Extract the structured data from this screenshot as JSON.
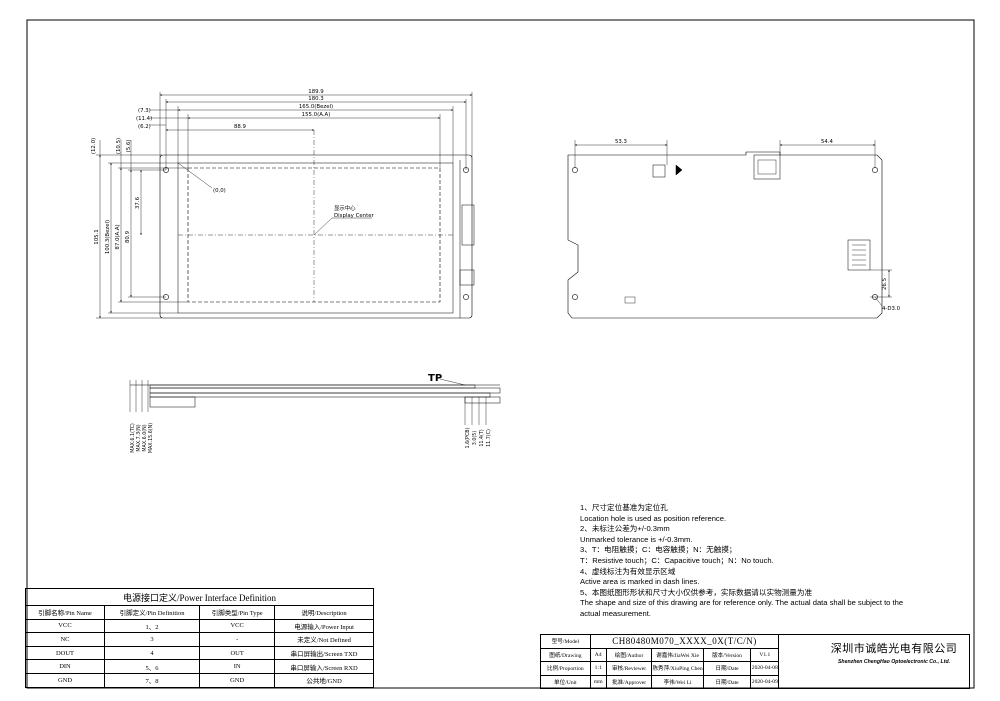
{
  "front_view": {
    "dims": {
      "w_189_9": "189.9",
      "w_180_3": "180.3",
      "w_165_0": "165.0(Bezel)",
      "w_155_0": "155.0(A.A)",
      "w_88_9": "88.9",
      "l_7_3": "(7.3)",
      "l_11_4": "(11.4)",
      "l_6_2": "(6.2)",
      "v_12_0": "(12.0)",
      "v_10_5": "(10.5)",
      "v_5_6": "(5.6)",
      "h_105_1": "105.1",
      "h_100_3": "100.3(Bezel)",
      "h_87_0": "87.0(A.A)",
      "h_80_9": "80.9",
      "h_37_6": "37.6"
    },
    "origin_label": "(0,0)",
    "center_label_cn": "显示中心",
    "center_label_en": "Display Center"
  },
  "back_view": {
    "dim_53_3": "53.3",
    "dim_54_4": "54.4",
    "dim_26_5": "26.5",
    "hole_label": "4-D3.0"
  },
  "side_view": {
    "tp_label": "TP",
    "left_dims": [
      "MAX.6.1(TC)",
      "MAX.7.3(N)",
      "MAX.6.0(N)",
      "MAX.15.6(N)"
    ],
    "right_dims": [
      "1.6(PCB)",
      "3.0(5)",
      "11.4(T)",
      "11.7(C)"
    ]
  },
  "notes": [
    "1、尺寸定位基准为定位孔",
    "Location hole is used as position reference.",
    "2、未标注公差为+/-0.3mm",
    "Unmarked tolerance is +/-0.3mm.",
    "3、T：电阻触摸；C：电容触摸；N：无触摸；",
    "T：Resistive touch；C：Capacitive touch；N：No touch.",
    "4、虚线标注为有效显示区域",
    "Active area is marked in dash lines.",
    "5、本图纸图形形状和尺寸大小仅供参考，实际数据请以实物测量为准",
    "The shape and size of this drawing are for reference only. The actual data shall be subject to the",
    "actual measurement."
  ],
  "pin_table": {
    "title": "电源接口定义/Power Interface Definition",
    "headers": [
      "引脚名称/Pin Name",
      "引脚定义/Pin Definition",
      "引脚类型/Pin Type",
      "说明/Description"
    ],
    "rows": [
      [
        "VCC",
        "1、2",
        "VCC",
        "电源输入/Power Input"
      ],
      [
        "NC",
        "3",
        "-",
        "未定义/Not Defined"
      ],
      [
        "DOUT",
        "4",
        "OUT",
        "串口屏输出/Screen TXD"
      ],
      [
        "DIN",
        "5、6",
        "IN",
        "串口屏输入/Screen RXD"
      ],
      [
        "GND",
        "7、8",
        "GND",
        "公共地/GND"
      ]
    ]
  },
  "title_block": {
    "model_label": "型号/Model",
    "model_value": "CH80480M070_XXXX_0X(T/C/N)",
    "drawing_label": "图纸/Drawing",
    "drawing_value": "A4",
    "author_label": "绘图/Author",
    "author_value": "谢嘉伟/JiaWei Xie",
    "version_label": "版本/Version",
    "version_value": "V1.1",
    "proportion_label": "比例/Proportion",
    "proportion_value": "1:1",
    "reviewer_label": "审核/Reviewer",
    "reviewer_value": "陈秀萍/XiuPing Chen",
    "date_label_1": "日期/Date",
    "date_value_1": "2020-04-08",
    "unit_label": "单位/Unit",
    "unit_value": "mm",
    "approver_label": "批准/Approver",
    "approver_value": "李伟/Wei Li",
    "date_label_2": "日期/Date",
    "date_value_2": "2020-04-09",
    "company_cn": "深圳市诚皓光电有限公司",
    "company_en": "Shenzhen ChengHao Optoelectronic Co., Ltd."
  }
}
